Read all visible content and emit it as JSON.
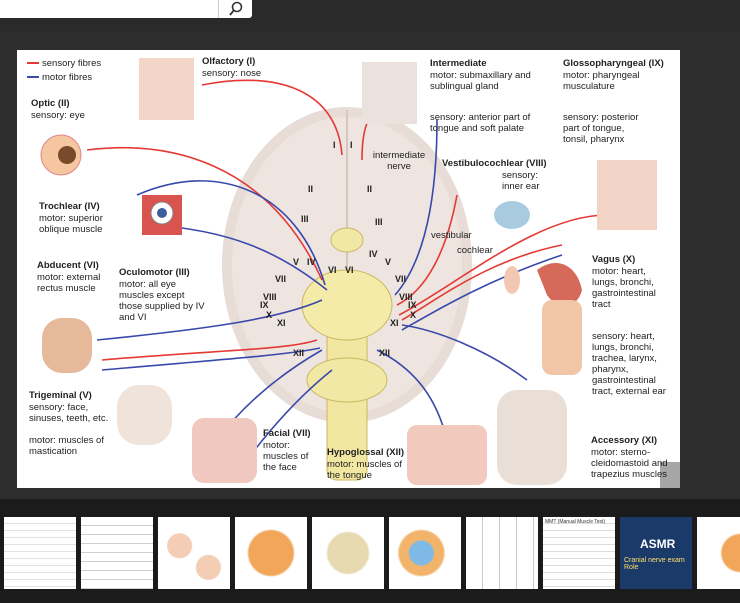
{
  "search": {
    "icon": "search-icon"
  },
  "legend": {
    "sensory": "sensory fibres",
    "motor": "motor fibres",
    "sensory_color": "#e53935",
    "motor_color": "#3949ab"
  },
  "labels": {
    "olfactory_title": "Olfactory (I)",
    "olfactory_body": "sensory: nose",
    "optic_title": "Optic (II)",
    "optic_body": "sensory: eye",
    "trochlear_title": "Trochlear (IV)",
    "trochlear_body": "motor: superior oblique muscle",
    "abducent_title": "Abducent (VI)",
    "abducent_body": "motor: external rectus muscle",
    "oculomotor_title": "Oculomotor (III)",
    "oculomotor_body": "motor: all eye muscles except those supplied by IV and VI",
    "trigeminal_title": "Trigeminal (V)",
    "trigeminal_body1": "sensory: face, sinuses, teeth, etc.",
    "trigeminal_body2": "motor: muscles of mastication",
    "facial_title": "Facial (VII)",
    "facial_body": "motor: muscles of the face",
    "hypoglossal_title": "Hypoglossal (XII)",
    "hypoglossal_body": "motor: muscles of the tongue",
    "intermediate_title": "Intermediate",
    "intermediate_motor": "motor: submaxillary and sublingual gland",
    "intermediate_sensory": "sensory: anterior part of tongue and soft palate",
    "intermediate_nerve": "intermediate nerve",
    "glosso_title": "Glossopharyngeal (IX)",
    "glosso_motor": "motor: pharyngeal musculature",
    "glosso_sensory": "sensory: posterior part of tongue, tonsil, pharynx",
    "vestibulo_title": "Vestibulocochlear (VIII)",
    "vestibulo_body": "sensory: inner ear",
    "vestibular": "vestibular",
    "cochlear": "cochlear",
    "vagus_title": "Vagus (X)",
    "vagus_motor": "motor: heart, lungs, bronchi, gastrointestinal tract",
    "vagus_sensory": "sensory: heart, lungs, bronchi, trachea, larynx, pharynx, gastrointestinal tract, external ear",
    "accessory_title": "Accessory (XI)",
    "accessory_body": "motor: sterno-cleidomastoid and trapezius muscles"
  },
  "numerals": [
    "I",
    "I",
    "II",
    "II",
    "III",
    "III",
    "IV",
    "IV",
    "V",
    "V",
    "VI",
    "VI",
    "VII",
    "VII",
    "VIII",
    "VIII",
    "IX",
    "IX",
    "X",
    "X",
    "XI",
    "XI",
    "XII",
    "XII"
  ],
  "thumbnails": [
    {
      "name": "thumb-table"
    },
    {
      "name": "thumb-document"
    },
    {
      "name": "thumb-faces"
    },
    {
      "name": "thumb-brain-orange"
    },
    {
      "name": "thumb-nerve-chart"
    },
    {
      "name": "thumb-brain-colored"
    },
    {
      "name": "thumb-eyes-grid"
    },
    {
      "name": "thumb-mmt-text",
      "text": "MMT (Manual Muscle Test)"
    },
    {
      "name": "thumb-asmr",
      "text": "ASMR",
      "subtext": "Cranial nerve exam Role"
    },
    {
      "name": "thumb-brain-partial"
    }
  ]
}
